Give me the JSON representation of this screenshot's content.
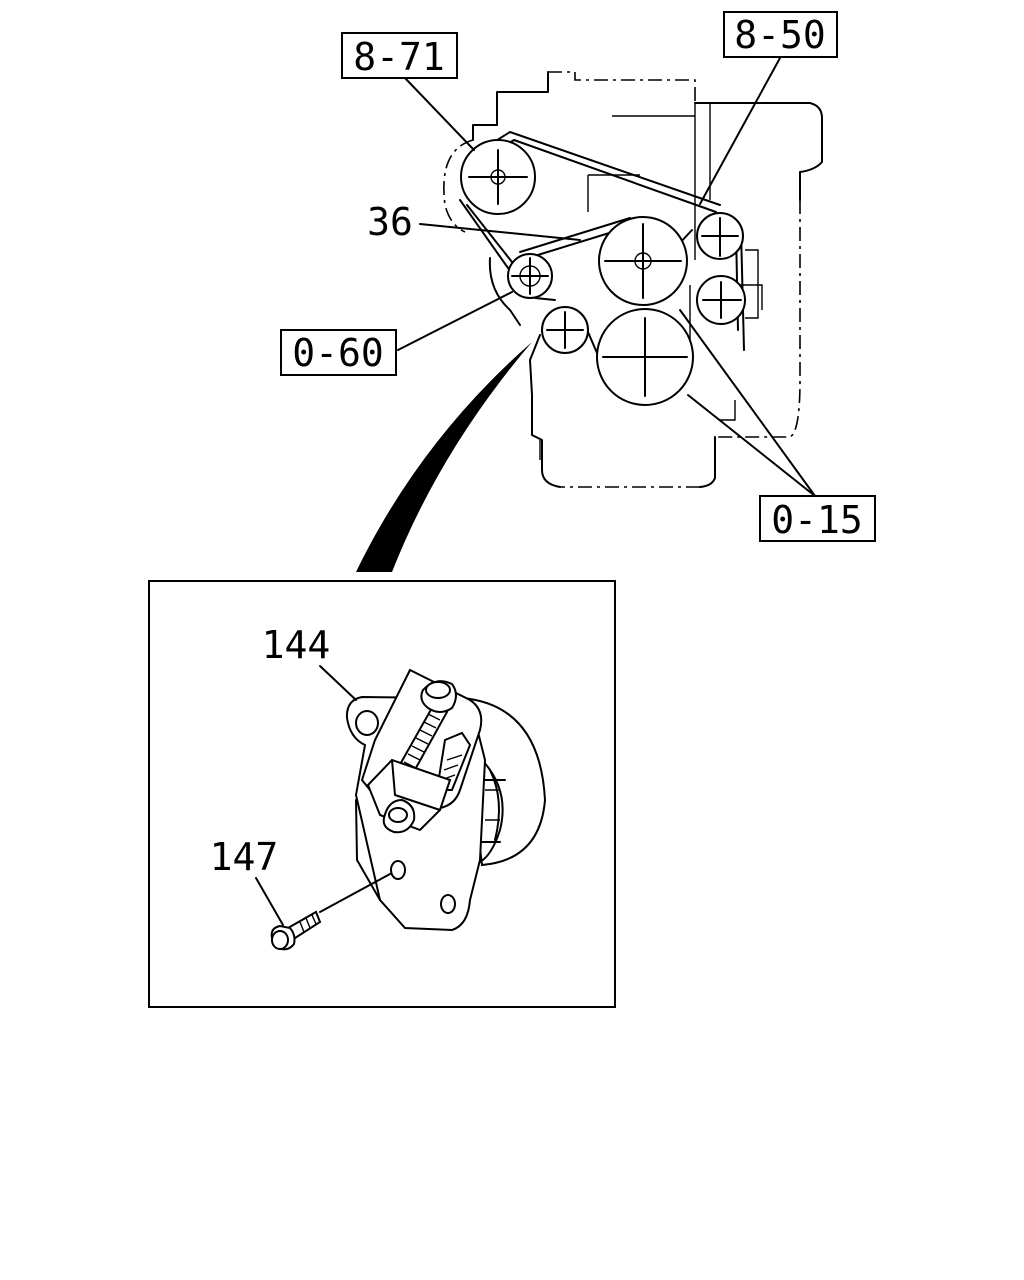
{
  "callouts": {
    "c_8_71": "8-71",
    "c_8_50": "8-50",
    "c_36": "36",
    "c_0_60": "0-60",
    "c_0_15": "0-15",
    "c_144": "144",
    "c_147": "147"
  },
  "colors": {
    "ink": "#000000",
    "paper": "#ffffff"
  }
}
